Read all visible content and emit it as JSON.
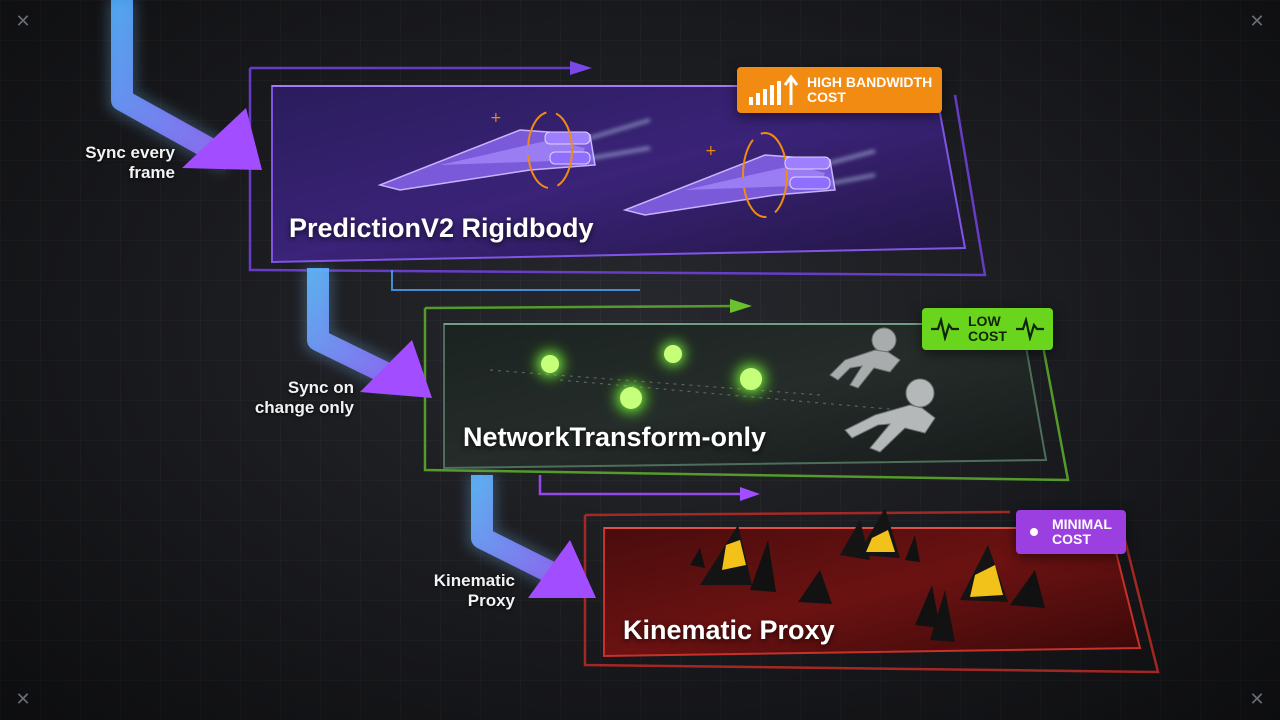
{
  "flow_labels": {
    "sync_every_frame": [
      "Sync every",
      "frame"
    ],
    "sync_on_change": [
      "Sync on",
      "change only"
    ],
    "kinematic": [
      "Kinematic",
      "Proxy"
    ]
  },
  "cards": {
    "prediction": {
      "title": "PredictionV2 Rigidbody",
      "badge": [
        "HIGH BANDWIDTH",
        "COST"
      ]
    },
    "network": {
      "title": "NetworkTransform-only",
      "badge": [
        "LOW",
        "COST"
      ]
    },
    "kinematic": {
      "title": "Kinematic Proxy",
      "badge": [
        "MINIMAL",
        "COST"
      ]
    }
  },
  "colors": {
    "purple": "#8b4dff",
    "blue": "#4aa8ff",
    "green": "#69d51d",
    "orange": "#f28b12",
    "red": "#c8302a"
  },
  "icons": [
    "spaceship-icon",
    "glowing-orb-icon",
    "ragdoll-figure-icon",
    "spike-cone-icon",
    "bar-chart-up-icon",
    "heartbeat-icon",
    "dot-icon",
    "close-icon"
  ]
}
